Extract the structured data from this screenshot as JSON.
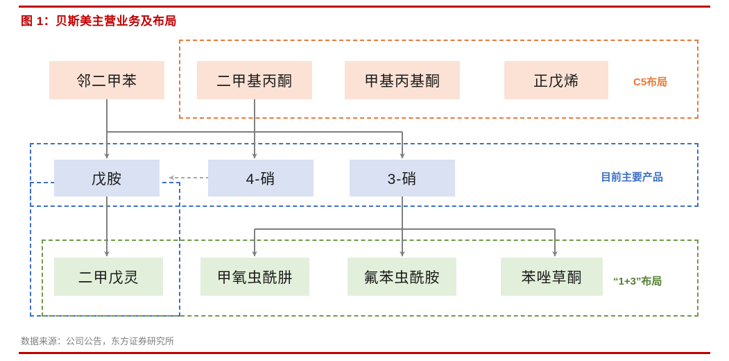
{
  "figure": {
    "title": "图 1：贝斯美主营业务及布局",
    "source": "数据来源：公司公告，东方证券研究所",
    "title_color": "#C00000",
    "rule_color": "#C00000"
  },
  "groups": [
    {
      "id": "c5-layout",
      "caption": "C5布局",
      "color": "#E8793A",
      "style": "dashed"
    },
    {
      "id": "current-main-products",
      "caption": "目前主要产品",
      "color": "#3B6FC4",
      "style": "dashed"
    },
    {
      "id": "one-plus-three-layout",
      "caption": "“1+3”布局",
      "color": "#538135",
      "style": "dashed"
    }
  ],
  "rows": {
    "feedstock": {
      "fill": "#FBE2D5",
      "nodes": [
        {
          "id": "o-xylene",
          "label": "邻二甲苯"
        },
        {
          "id": "dimethyl-acetone",
          "label": "二甲基丙酮"
        },
        {
          "id": "methyl-propyl-ketone",
          "label": "甲基丙基酮"
        },
        {
          "id": "n-pentene",
          "label": "正戊烯"
        }
      ]
    },
    "intermediates": {
      "fill": "#D9E1F2",
      "nodes": [
        {
          "id": "pentylamine",
          "label": "戊胺"
        },
        {
          "id": "4-nitro",
          "label": "4-硝"
        },
        {
          "id": "3-nitro",
          "label": "3-硝"
        }
      ]
    },
    "products": {
      "fill": "#E2EFDA",
      "nodes": [
        {
          "id": "pendimethalin",
          "label": "二甲戊灵"
        },
        {
          "id": "methoxyfenozide",
          "label": "甲氧虫酰肼"
        },
        {
          "id": "flubendiamide",
          "label": "氟苯虫酰胺"
        },
        {
          "id": "topramezone",
          "label": "苯唑草酮"
        }
      ]
    }
  },
  "edges": [
    {
      "from": "o-xylene",
      "to": "pentylamine",
      "style": "solid",
      "arrow": true
    },
    {
      "from": "o-xylene",
      "to": "3-nitro",
      "style": "solid",
      "arrow": true
    },
    {
      "from": "dimethyl-acetone",
      "to": "4-nitro",
      "style": "solid",
      "arrow": true
    },
    {
      "from": "4-nitro",
      "to": "pentylamine",
      "style": "dashed",
      "arrow": true
    },
    {
      "from": "pentylamine",
      "to": "pendimethalin",
      "style": "solid",
      "arrow": true
    },
    {
      "from": "3-nitro",
      "to": "methoxyfenozide",
      "style": "solid",
      "arrow": true
    },
    {
      "from": "3-nitro",
      "to": "flubendiamide",
      "style": "solid",
      "arrow": true
    },
    {
      "from": "3-nitro",
      "to": "topramezone",
      "style": "solid",
      "arrow": true
    }
  ],
  "connector_color": "#7F7F7F"
}
